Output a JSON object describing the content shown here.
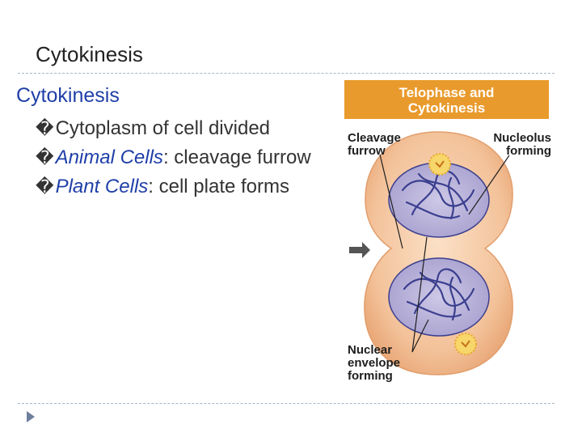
{
  "slide": {
    "title": "Cytokinesis",
    "heading": "Cytokinesis",
    "bullet_symbol": "�",
    "bullets": [
      {
        "emphasis": "",
        "text": "Cytoplasm of cell divided"
      },
      {
        "emphasis": "Animal Cells",
        "text": ": cleavage furrow"
      },
      {
        "emphasis": "Plant Cells",
        "text": ": cell plate forms"
      }
    ]
  },
  "figure": {
    "banner_line1": "Telophase and",
    "banner_line2": "Cytokinesis",
    "label_cleavage_1": "Cleavage",
    "label_cleavage_2": "furrow",
    "label_nucleolus_1": "Nucleolus",
    "label_nucleolus_2": "forming",
    "label_nuclear_1": "Nuclear",
    "label_nuclear_2": "envelope",
    "label_nuclear_3": "forming"
  },
  "colors": {
    "heading": "#1f3fa8",
    "banner": "#e99a2c",
    "cell": "#f4c7a0",
    "nucleus": "#b9b3d8",
    "chromatin": "#3b3f8f"
  }
}
